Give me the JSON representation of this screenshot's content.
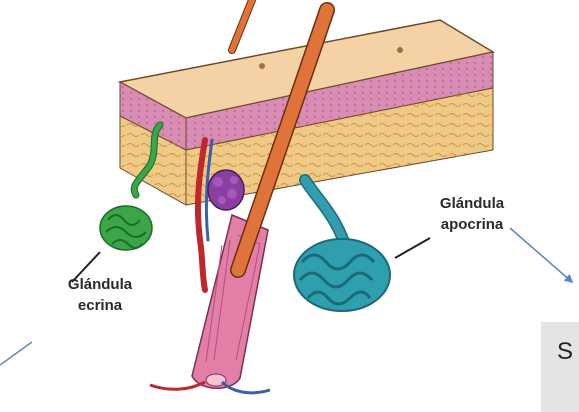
{
  "labels": {
    "eccrine_line1": "Glándula",
    "eccrine_line2": "ecrina",
    "apocrine_line1": "Glándula",
    "apocrine_line2": "apocrina"
  },
  "slide_fragment_text": "S",
  "colors": {
    "skin_top": "#f4d2a6",
    "epidermis": "#d98db4",
    "dermis": "#f0c987",
    "hair_shaft": "#e0733a",
    "eccrine_gland": "#3aa648",
    "apocrine_gland": "#2f9fb0",
    "sebaceous_gland": "#8a3fa0",
    "follicle": "#e37fa6",
    "artery": "#c0272d",
    "vein": "#3a5fb0",
    "pointer_arrow": "#5b86c9"
  }
}
